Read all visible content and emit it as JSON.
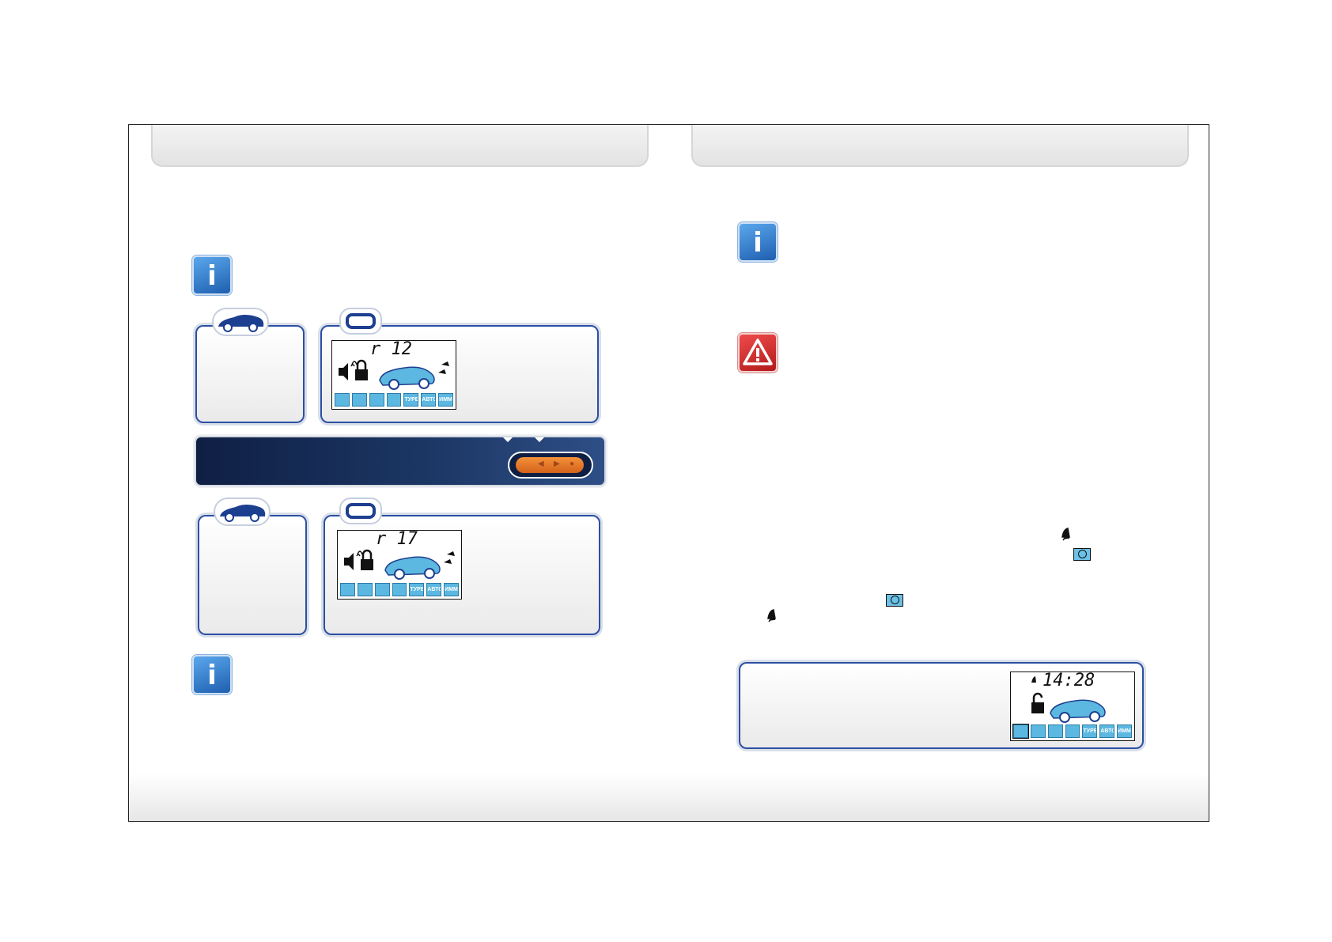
{
  "icons": {
    "info": "info-icon",
    "warning": "warning-icon",
    "car": "car-icon",
    "remote": "remote-icon",
    "bell": "bell-icon",
    "clock": "clock-icon"
  },
  "info_glyph": "i",
  "lcd_top": {
    "digits": "r 12"
  },
  "lcd_bottom": {
    "digits": "r 17"
  },
  "lcd_right": {
    "digits": "14:28"
  },
  "lcd_bar_labels": [
    "",
    "",
    "",
    "",
    "ТУРБО",
    "АВТО",
    "ИММО"
  ],
  "colors": {
    "accent": "#2c4fa3",
    "lcd_blue": "#5cb8e0",
    "info_blue": "#1f5fb0",
    "warning_red": "#c82020",
    "button_orange": "#e8792a"
  }
}
